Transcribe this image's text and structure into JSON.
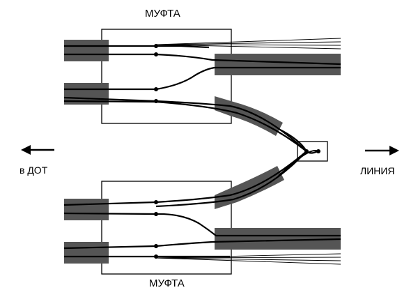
{
  "labels": {
    "coupling_top": "МУФТА",
    "coupling_bottom": "МУФТА",
    "to_dot": "в ДОТ",
    "to_line": "ЛИНИЯ"
  },
  "colors": {
    "cable_fill": "#555555",
    "line": "#000000",
    "background": "#ffffff"
  },
  "icons": {
    "left_arrow": "arrow-left-icon",
    "right_arrow": "arrow-right-icon"
  }
}
